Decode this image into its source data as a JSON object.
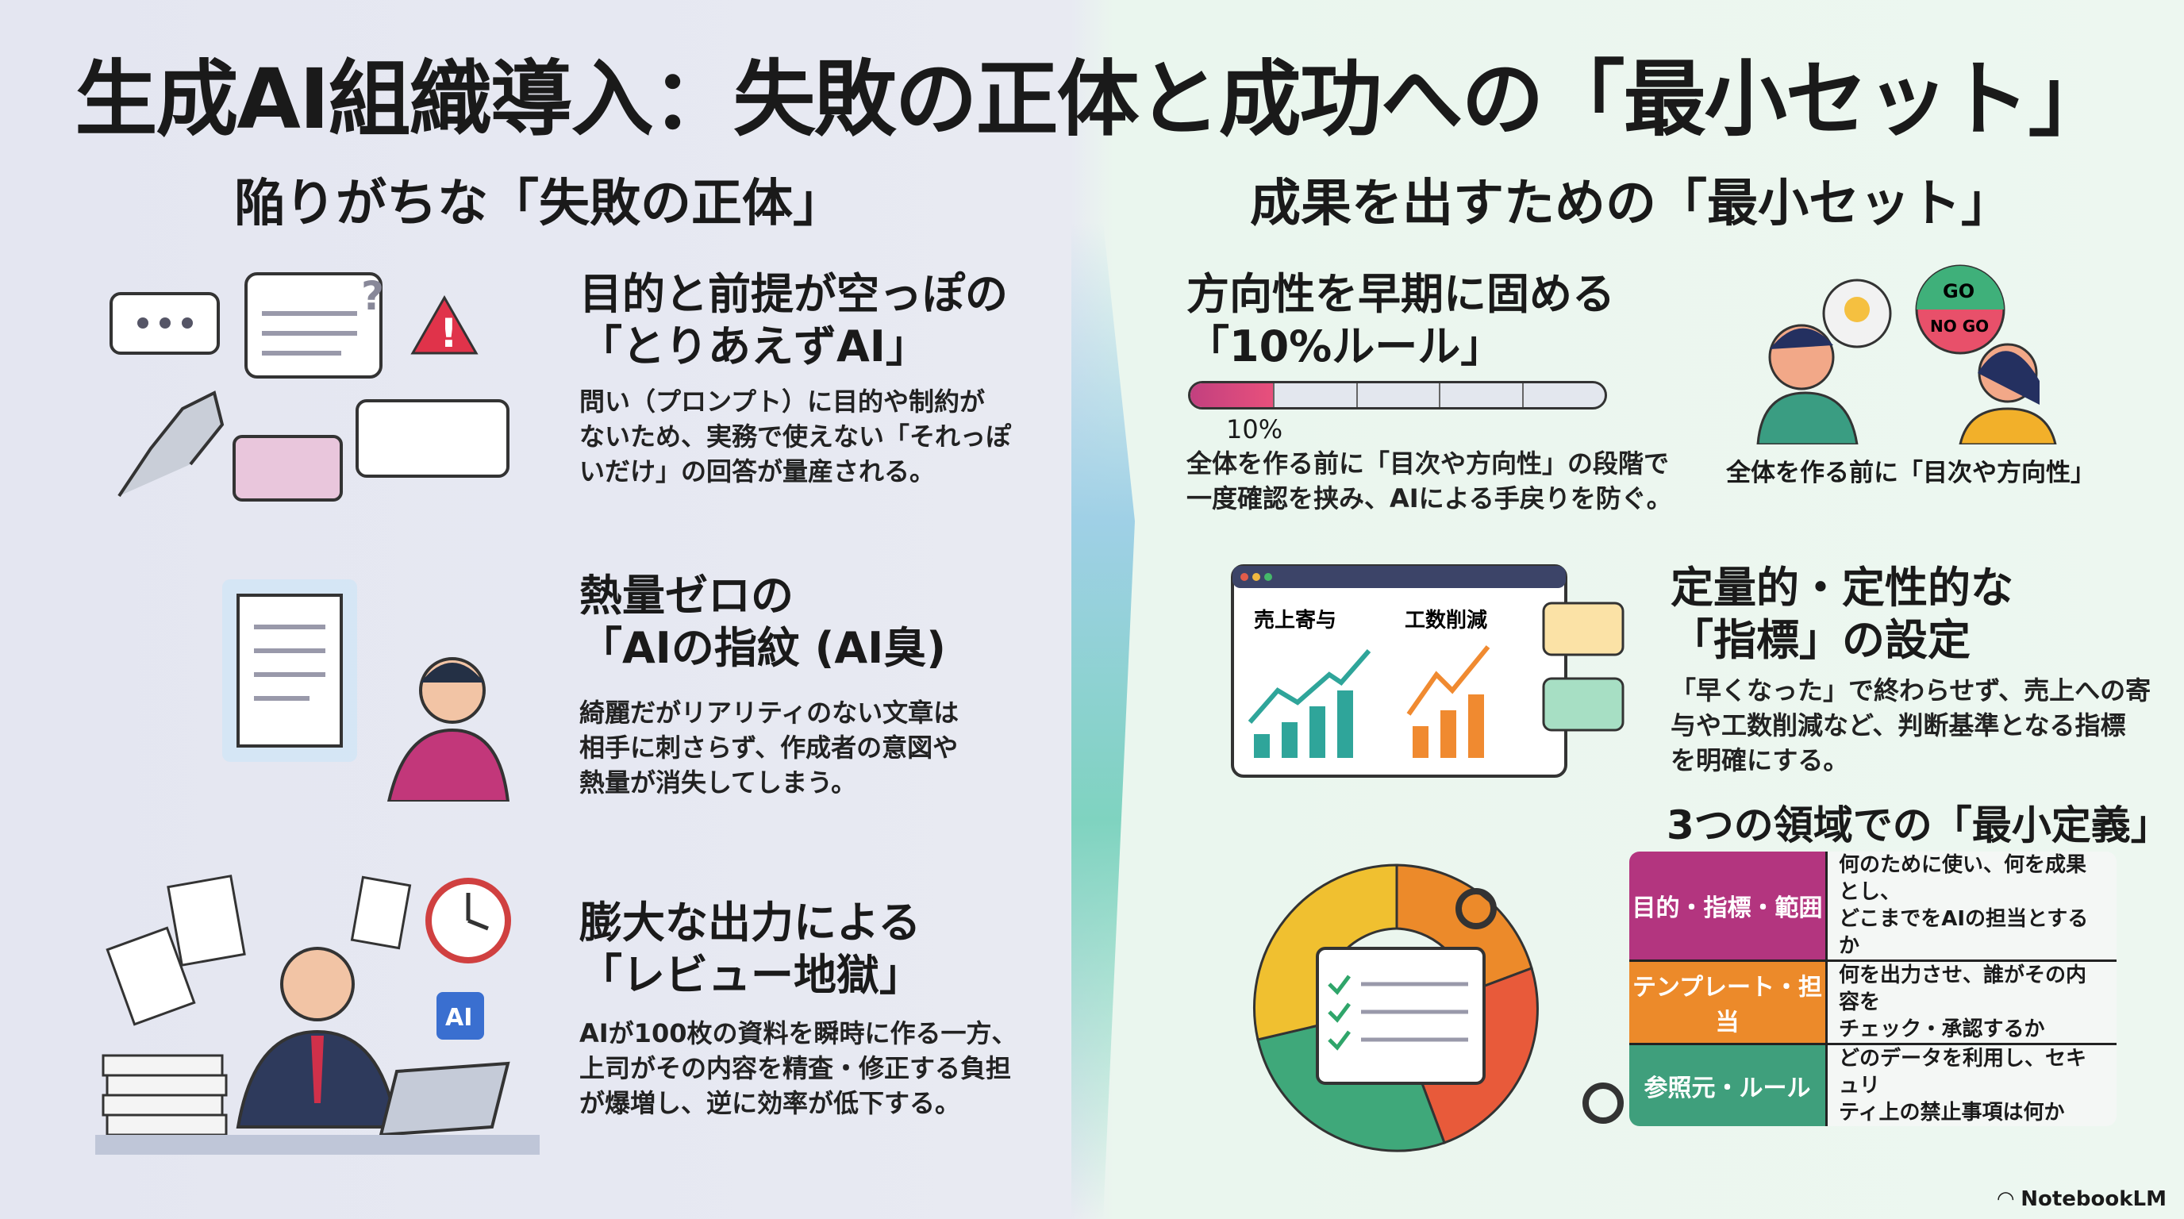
{
  "title": "生成AI組織導入：失敗の正体と成功への「最小セット」",
  "left": {
    "heading": "陥りがちな「失敗の正体」",
    "items": [
      {
        "title1": "目的と前提が空っぽの",
        "title2": "「とりあえずAI」",
        "body": [
          "問い（プロンプト）に目的や制約が",
          "ないため、実務で使えない「それっぽ",
          "いだけ」の回答が量産される。"
        ]
      },
      {
        "title1": "熱量ゼロの",
        "title2": "「AIの指紋 (AI臭)",
        "body": [
          "綺麗だがリアリティのない文章は",
          "相手に刺さらず、作成者の意図や",
          "熱量が消失してしまう。"
        ]
      },
      {
        "title1": "膨大な出力による",
        "title2": "「レビュー地獄」",
        "body": [
          "AIが100枚の資料を瞬時に作る一方、",
          "上司がその内容を精査・修正する負担",
          "が爆増し、逆に効率が低下する。"
        ]
      }
    ],
    "icon_ai_label": "AI"
  },
  "right": {
    "heading": "成果を出すための「最小セット」",
    "rule": {
      "title1": "方向性を早期に固める",
      "title2": "「10%ルール」",
      "progress_percent": 10,
      "progress_label": "10%",
      "body": [
        "全体を作る前に「目次や方向性」の段階で",
        "一度確認を挟み、AIによる手戻りを防ぐ。"
      ],
      "caption": "全体を作る前に「目次や方向性」",
      "go": "GO",
      "nogo": "NO GO"
    },
    "metrics": {
      "title1": "定量的・定性的な",
      "title2": "「指標」の設定",
      "chart1": "売上寄与",
      "chart2": "工数削減",
      "body": [
        "「早くなった」で終わらせず、売上への寄",
        "与や工数削減など、判断基準となる指標",
        "を明確にする。"
      ]
    },
    "definition": {
      "title": "3つの領域での「最小定義」",
      "rows": [
        {
          "key": "目的・指標・範囲",
          "value": [
            "何のために使い、何を成果とし、",
            "どこまでをAIの担当とするか"
          ],
          "color": "#b3357f"
        },
        {
          "key": "テンプレート・担当",
          "value": [
            "何を出力させ、誰がその内容を",
            "チェック・承認するか"
          ],
          "color": "#ec8a2a"
        },
        {
          "key": "参照元・ルール",
          "value": [
            "どのデータを利用し、セキュリ",
            "ティ上の禁止事項は何か"
          ],
          "color": "#3f9f7c"
        }
      ]
    }
  },
  "footer": {
    "logo": "NotebookLM"
  }
}
